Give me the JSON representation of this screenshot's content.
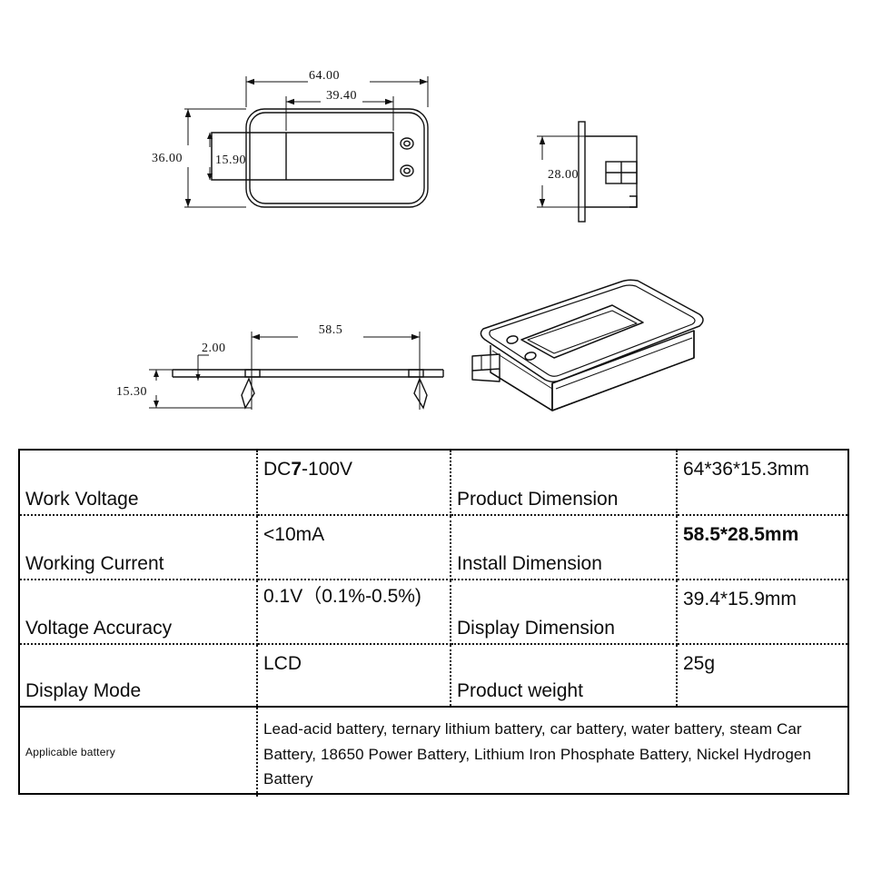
{
  "drawings": {
    "front_view": {
      "name": "front-view",
      "dims": [
        {
          "id": "width-overall",
          "label": "64.00"
        },
        {
          "id": "display-width",
          "label": "39.40"
        },
        {
          "id": "height-overall",
          "label": "36.00"
        },
        {
          "id": "display-height",
          "label": "15.90"
        }
      ]
    },
    "side_view": {
      "name": "side-view",
      "dims": [
        {
          "id": "install-height",
          "label": "28.00"
        }
      ]
    },
    "section_view": {
      "name": "section-view",
      "dims": [
        {
          "id": "install-width",
          "label": "58.5"
        },
        {
          "id": "bezel-thickness",
          "label": "2.00"
        },
        {
          "id": "body-depth",
          "label": "15.30"
        }
      ]
    },
    "iso_view": {
      "name": "isometric-view"
    }
  },
  "spec_table": {
    "rows": [
      {
        "label_left": "Work Voltage",
        "value_left_prefix": "DC",
        "value_left_bold": "7",
        "value_left_suffix": "-100V",
        "label_right": "Product Dimension",
        "value_right": "64*36*15.3mm"
      },
      {
        "label_left": "Working Current",
        "value_left": "<10mA",
        "label_right": "Install Dimension",
        "value_right": "58.5*28.5mm"
      },
      {
        "label_left": "Voltage Accuracy",
        "value_left": "0.1V（0.1%-0.5%)",
        "label_right": "Display Dimension",
        "value_right": "39.4*15.9mm"
      },
      {
        "label_left": "Display Mode",
        "value_left": "LCD",
        "label_right": "Product weight",
        "value_right": "25g"
      }
    ],
    "applicable": {
      "label": "Applicable battery",
      "text": "Lead-acid battery, ternary lithium battery, car battery, water battery, steam Car Battery, 18650 Power Battery, Lithium Iron Phosphate Battery, Nickel Hydrogen Battery"
    }
  },
  "colors": {
    "line": "#111111",
    "background": "#ffffff",
    "table_border": "#000000"
  }
}
